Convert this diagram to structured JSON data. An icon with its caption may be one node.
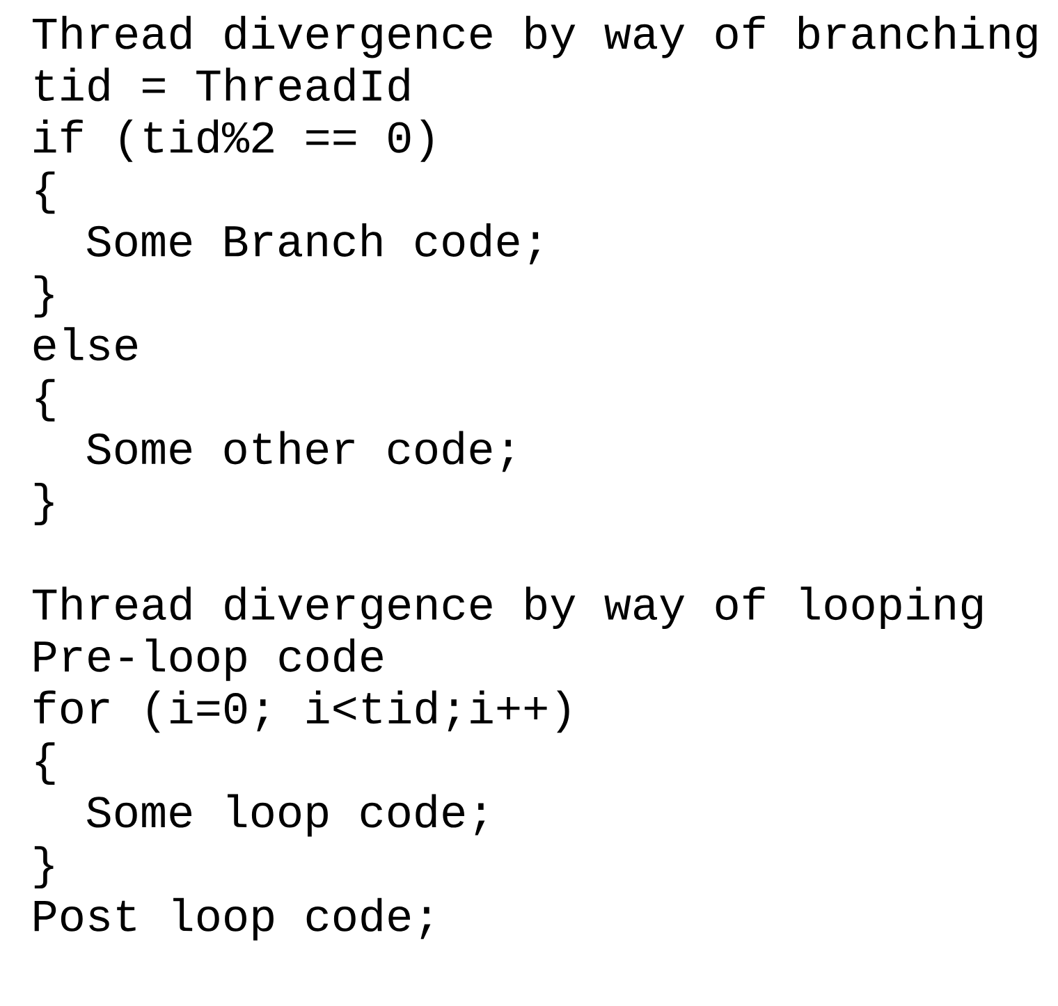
{
  "diagram": {
    "labels": [
      "Thread divergence by way of branching",
      "tid = ThreadId",
      "if (tid%2 == 0)",
      "{",
      "Some Branch code;",
      "}",
      "else",
      "{",
      "Some other code;",
      "}",
      "Thread divergence by way of looping",
      "Pre-loop code",
      "for (i=0; i<tid;i++)",
      "{",
      "Some loop code;",
      "}",
      "Post loop code;"
    ]
  }
}
